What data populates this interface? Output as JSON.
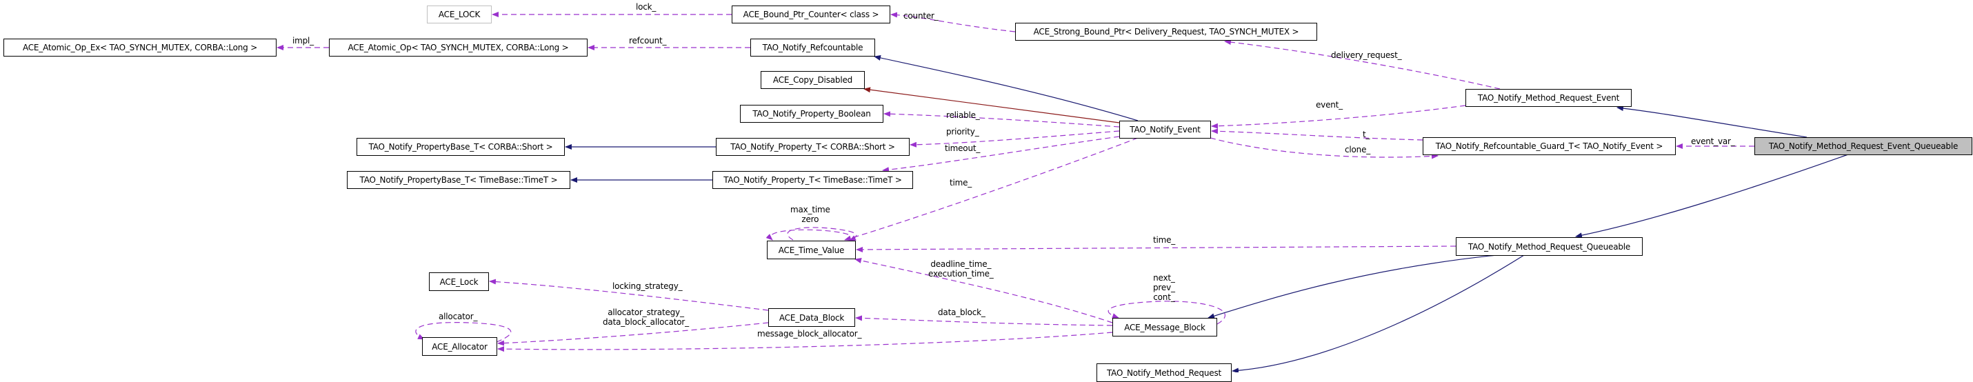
{
  "title": "TAO_Notify_Method_Request_Event_Queueable collaboration graph",
  "colors": {
    "usage_edge": "#9a32cd",
    "inheritance_edge": "#191970",
    "private_inheritance_edge": "#8b1a1a",
    "node_border": "#000000",
    "undocumented_border": "#bfbfbf",
    "focus_fill": "#bfbfbf"
  },
  "nodes": {
    "ace_lock": "ACE_LOCK",
    "bound_ptr_counter": "ACE_Bound_Ptr_Counter< class >",
    "strong_bound_ptr": "ACE_Strong_Bound_Ptr< Delivery_Request, TAO_SYNCH_MUTEX >",
    "atomic_op_ex": "ACE_Atomic_Op_Ex< TAO_SYNCH_MUTEX, CORBA::Long >",
    "atomic_op": "ACE_Atomic_Op< TAO_SYNCH_MUTEX, CORBA::Long >",
    "refcountable": "TAO_Notify_Refcountable",
    "copy_disabled": "ACE_Copy_Disabled",
    "property_boolean": "TAO_Notify_Property_Boolean",
    "propertybase_short": "TAO_Notify_PropertyBase_T< CORBA::Short >",
    "property_short": "TAO_Notify_Property_T< CORBA::Short >",
    "propertybase_timet": "TAO_Notify_PropertyBase_T< TimeBase::TimeT >",
    "property_timet": "TAO_Notify_Property_T< TimeBase::TimeT >",
    "notify_event": "TAO_Notify_Event",
    "method_request_event": "TAO_Notify_Method_Request_Event",
    "refcountable_guard": "TAO_Notify_Refcountable_Guard_T< TAO_Notify_Event >",
    "focus": "TAO_Notify_Method_Request_Event_Queueable",
    "time_value": "ACE_Time_Value",
    "method_request_queueable": "TAO_Notify_Method_Request_Queueable",
    "ace_lock2": "ACE_Lock",
    "data_block": "ACE_Data_Block",
    "allocator": "ACE_Allocator",
    "message_block": "ACE_Message_Block",
    "method_request": "TAO_Notify_Method_Request"
  },
  "edge_labels": {
    "lock": "lock_",
    "counter": "counter_",
    "impl": "impl_",
    "refcount": "refcount_",
    "delivery_request": "delivery_request_",
    "event": "event_",
    "reliable": "reliable_",
    "priority": "priority_",
    "timeout": "timeout_",
    "t": "t_",
    "clone": "clone_",
    "event_var": "event_var_",
    "time1": "time_",
    "max_time_zero": "max_time\nzero",
    "time2": "time_",
    "deadline_execution": "deadline_time_\nexecution_time_",
    "next_prev_cont": "next_\nprev_\ncont_",
    "locking_strategy": "locking_strategy_",
    "allocator_self": "allocator_",
    "allocator_strategy": "allocator_strategy_\ndata_block_allocator_",
    "data_block": "data_block_",
    "message_block_allocator": "message_block_allocator_"
  }
}
